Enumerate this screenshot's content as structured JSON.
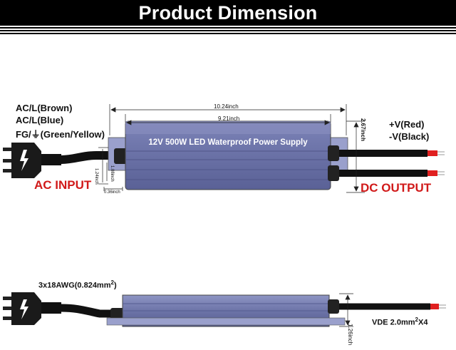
{
  "banner": {
    "title": "Product Dimension"
  },
  "top_view": {
    "input_lines": [
      "AC/L(Brown)",
      "AC/L(Blue)",
      "FG/⏚(Green/Yellow)"
    ],
    "output_lines": [
      "+V(Red)",
      "-V(Black)"
    ],
    "ac_input": "AC INPUT",
    "dc_output": "DC OUTPUT",
    "product_name": "12V 500W LED Waterproof Power Supply",
    "dim_overall_length": "10.24inch",
    "dim_body_length": "9.21inch",
    "dim_width": "2.67inch",
    "dim_mount_hole": "1.24inch",
    "dim_hole_spacing": "1.08inch",
    "dim_flange": "0.36inch"
  },
  "side_view": {
    "input_cable": "3x18AWG(0.824mm",
    "input_cable_sup": "2",
    "input_cable_end": ")",
    "output_cable": "VDE 2.0mm",
    "output_cable_sup": "2",
    "output_cable_end": "X4",
    "dim_height": "1.26inch"
  },
  "colors": {
    "housing": "#6f76ab",
    "housing_light": "#8d94c4",
    "wire_red": "#e02020",
    "text_red": "#d11a1a"
  }
}
